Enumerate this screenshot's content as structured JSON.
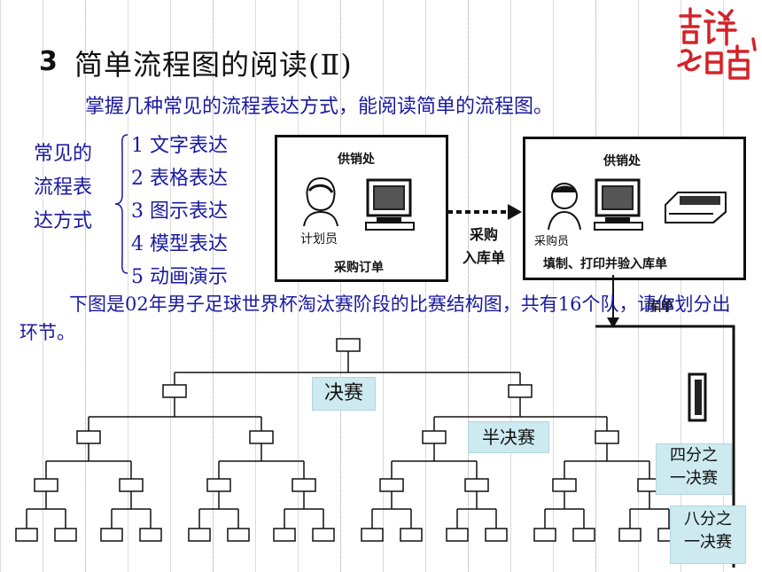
{
  "title": {
    "number": "3",
    "text": "简单流程图的阅读(Ⅱ)"
  },
  "subtitle": "掌握几种常见的流程表达方式，能阅读简单的流程图。",
  "common_methods_label": [
    "常见的",
    "流程表",
    "达方式"
  ],
  "methods": [
    "1 文字表达",
    "2 表格表达",
    "3 图示表达",
    "4 模型表达",
    "5 动画演示"
  ],
  "flow_illustration": {
    "left_box": {
      "header": "供销处",
      "person": "计划员",
      "caption": "采购订单"
    },
    "arrow_label": [
      "采购",
      "入库单"
    ],
    "right_box": {
      "header": "供销处",
      "person": "采购员",
      "caption": "填制、打印并验入库单"
    },
    "partial_label": "库单"
  },
  "description": "下图是02年男子足球世界杯淘汰赛阶段的比赛结构图，共有16个队，请你划分出环节。",
  "stage_tags": {
    "final": "决赛",
    "semifinal": "半决赛",
    "quarterfinal": [
      "四分之",
      "一决赛"
    ],
    "round16": [
      "八分之",
      "一决赛"
    ]
  },
  "logo_text": "吉祥如意",
  "colors": {
    "blue_text": "#1a1aa0",
    "tag_bg": "#cdeaf0",
    "seal_red": "#d2232a"
  }
}
